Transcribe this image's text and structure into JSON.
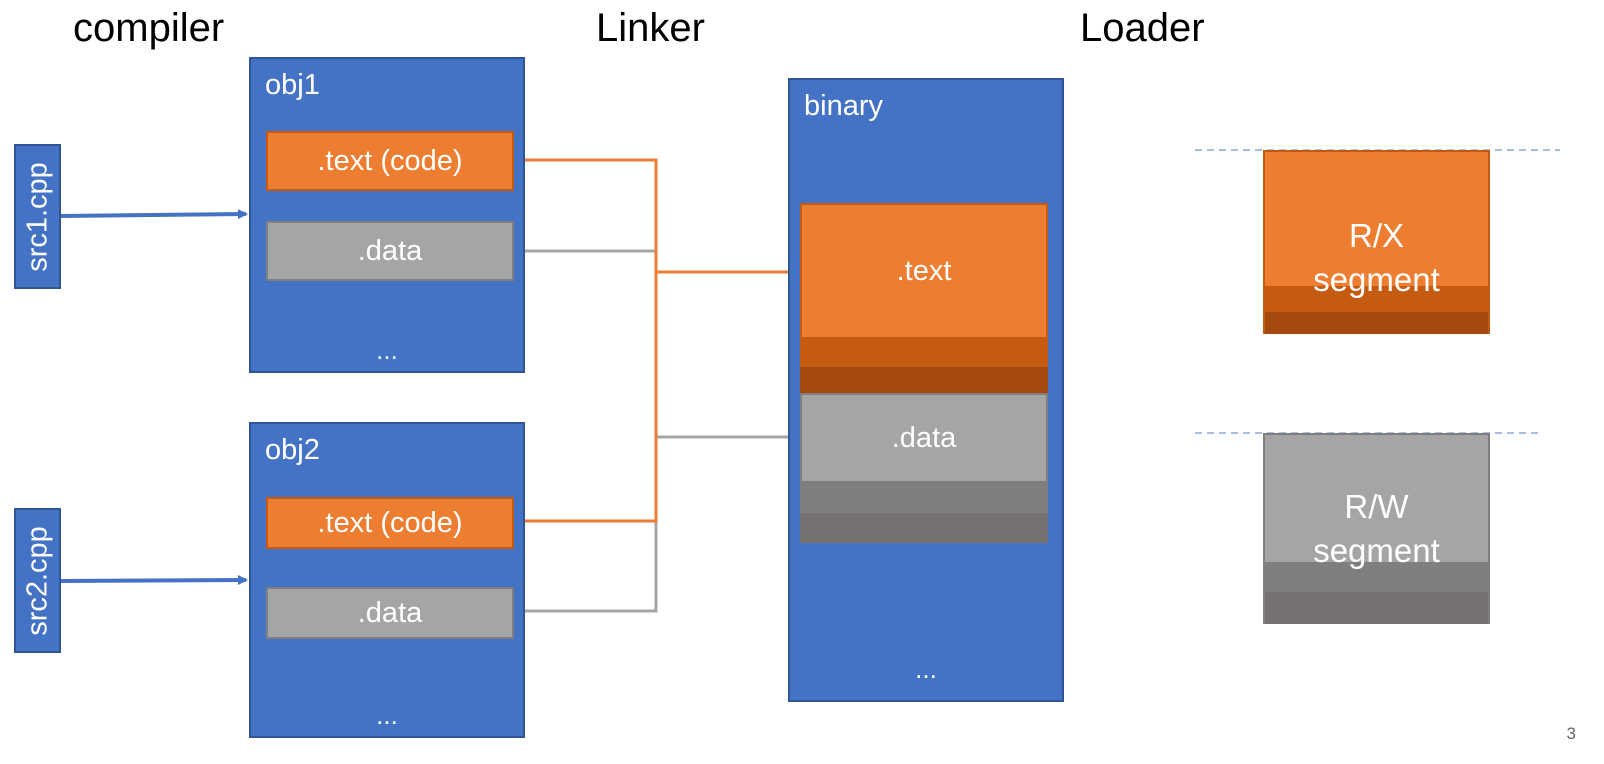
{
  "stages": {
    "compiler": "compiler",
    "linker": "Linker",
    "loader": "Loader"
  },
  "sources": {
    "src1": "src1.cpp",
    "src2": "src2.cpp"
  },
  "obj1": {
    "label": "obj1",
    "text_section": ".text (code)",
    "data_section": ".data",
    "ellipsis": "..."
  },
  "obj2": {
    "label": "obj2",
    "text_section": ".text (code)",
    "data_section": ".data",
    "ellipsis": "..."
  },
  "binary": {
    "label": "binary",
    "text_section": ".text",
    "data_section": ".data",
    "ellipsis": "..."
  },
  "segments": {
    "rx_line1": "R/X",
    "rx_line2": "segment",
    "rw_line1": "R/W",
    "rw_line2": "segment"
  },
  "page_number": "3",
  "colors": {
    "blue": "#4472c4",
    "orange": "#ed7d31",
    "gray": "#a5a5a5",
    "dashed_line": "#8faadc"
  }
}
